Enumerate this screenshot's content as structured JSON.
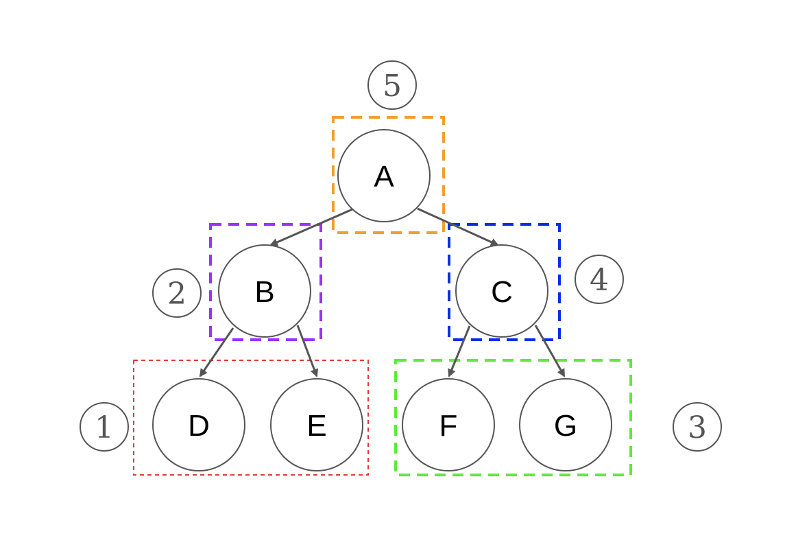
{
  "nodes": [
    {
      "id": "A",
      "label": "A"
    },
    {
      "id": "B",
      "label": "B"
    },
    {
      "id": "C",
      "label": "C"
    },
    {
      "id": "D",
      "label": "D"
    },
    {
      "id": "E",
      "label": "E"
    },
    {
      "id": "F",
      "label": "F"
    },
    {
      "id": "G",
      "label": "G"
    }
  ],
  "edges": [
    {
      "from": "A",
      "to": "B"
    },
    {
      "from": "A",
      "to": "C"
    },
    {
      "from": "B",
      "to": "D"
    },
    {
      "from": "B",
      "to": "E"
    },
    {
      "from": "C",
      "to": "F"
    },
    {
      "from": "C",
      "to": "G"
    }
  ],
  "groups": [
    {
      "id": "DE",
      "order": "1",
      "color": "#e53935"
    },
    {
      "id": "B",
      "order": "2",
      "color": "#9b30ff"
    },
    {
      "id": "FG",
      "order": "3",
      "color": "#5eea3a"
    },
    {
      "id": "C",
      "order": "4",
      "color": "#0a2ee8"
    },
    {
      "id": "A",
      "order": "5",
      "color": "#f0a030"
    }
  ],
  "colors": {
    "edge": "#555555",
    "node_stroke": "#555555"
  }
}
